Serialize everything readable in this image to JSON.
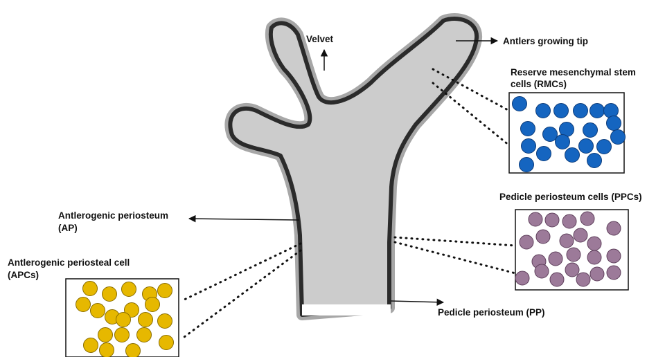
{
  "labels": {
    "velvet": "Velvet",
    "growing_tip": "Antlers growing tip",
    "rmc_line1": "Reserve mesenchymal stem",
    "rmc_line2": "cells (RMCs)",
    "ppc": "Pedicle periosteum cells (PPCs)",
    "ap_line1": "Antlerogenic periosteum",
    "ap_line2": "(AP)",
    "apc_line1": "Antlerogenic periosteal cell",
    "apc_line2": "(APCs)",
    "pp": "Pedicle periosteum (PP)"
  },
  "cell_groups": {
    "rmc": {
      "color": "#1565c0",
      "stroke": "#0d3c7a",
      "count": 20
    },
    "ppc": {
      "color": "#9c7a99",
      "stroke": "#5e3f5b",
      "count": 22
    },
    "apc": {
      "color": "#e6b800",
      "stroke": "#8a6d00",
      "count": 20
    }
  },
  "colors": {
    "antler_fill": "#cccccc",
    "velvet_outline": "#2b2b2b",
    "velvet_fuzz": "#8a8a8a"
  }
}
